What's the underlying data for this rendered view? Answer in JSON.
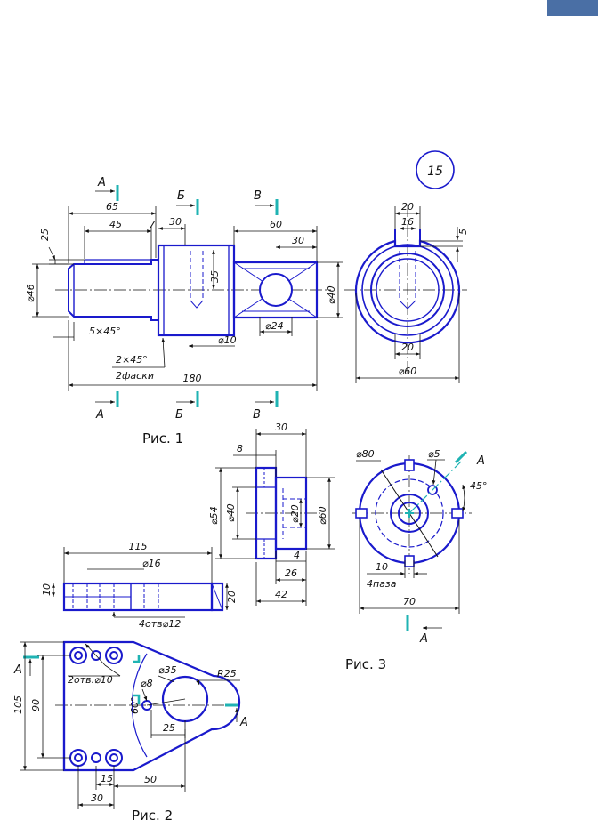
{
  "colors": {
    "outline": "#1a1acc",
    "dim": "#111111",
    "cut": "#1fb3b3",
    "tab": "#4a6fa5"
  },
  "sheet_number": "15",
  "captions": {
    "fig1": "Рис. 1",
    "fig2": "Рис. 2",
    "fig3": "Рис. 3"
  },
  "sections": {
    "a": "А",
    "b": "Б",
    "v": "В"
  },
  "fig1": {
    "d65": "65",
    "d45": "45",
    "d7": "7",
    "d30a": "30",
    "d60": "60",
    "d30b": "30",
    "d25": "25",
    "d35": "35",
    "phi46": "⌀46",
    "phi40": "⌀40",
    "chamfer": "5×45°",
    "phi24": "⌀24",
    "phi10": "⌀10",
    "chamfer2a": "2×45°",
    "chamfer2b": "2фаски",
    "d180": "180",
    "side_d20top": "20",
    "side_d16": "16",
    "side_d5": "5",
    "side_d20bot": "20",
    "side_phi60": "⌀60"
  },
  "fig2": {
    "d115": "115",
    "phi16": "⌀16",
    "d10": "10",
    "d20": "20",
    "holes": "4отв⌀12",
    "holes2": "2отв.⌀10",
    "phi35": "⌀35",
    "phi8": "⌀8",
    "r25": "R25",
    "deg60": "60°",
    "d25": "25",
    "d105": "105",
    "d90": "90",
    "d15": "15",
    "d50": "50",
    "d30": "30"
  },
  "fig3": {
    "d30": "30",
    "d8": "8",
    "phi54": "⌀54",
    "phi40": "⌀40",
    "phi20": "⌀20",
    "phi60": "⌀60",
    "d4": "4",
    "d26": "26",
    "d42": "42",
    "phi80": "⌀80",
    "phi5": "⌀5",
    "deg45": "45°",
    "d10": "10",
    "slots": "4паза",
    "d70": "70"
  }
}
